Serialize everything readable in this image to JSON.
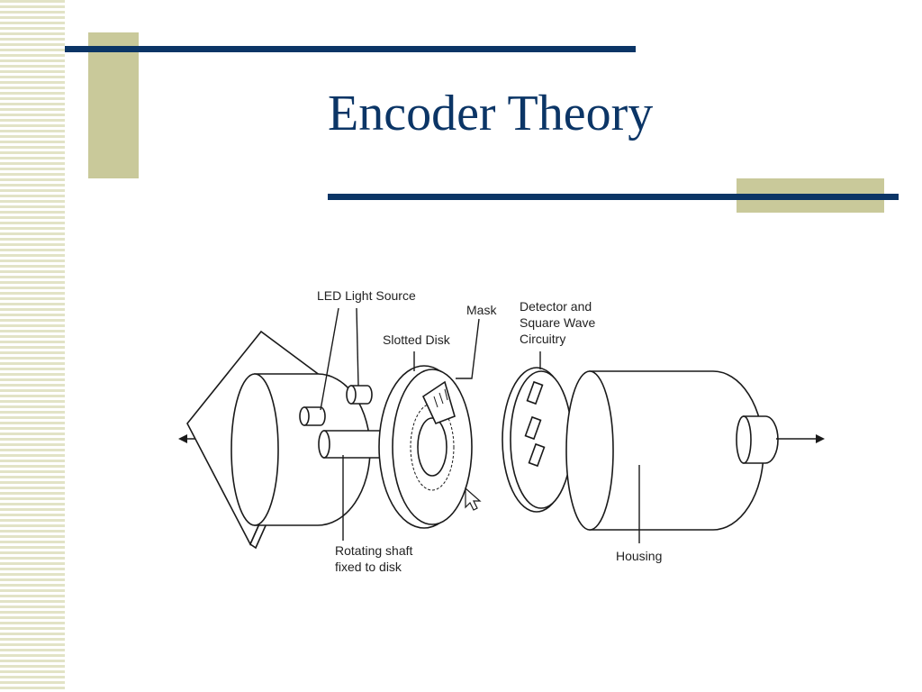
{
  "slide": {
    "title": "Encoder Theory",
    "colors": {
      "title": "#0b3566",
      "rule": "#0b3566",
      "accent": "#c9c99a",
      "stripe": "#e2e3c6"
    }
  },
  "diagram": {
    "labels": {
      "led_light_source": "LED Light Source",
      "mask": "Mask",
      "slotted_disk": "Slotted Disk",
      "detector_line1": "Detector and",
      "detector_line2": "Square Wave",
      "detector_line3": "Circuitry",
      "shaft_line1": "Rotating shaft",
      "shaft_line2": "fixed to disk",
      "housing": "Housing"
    },
    "icons": [
      "arrow-left-icon",
      "arrow-right-icon",
      "mouse-pointer-icon"
    ]
  }
}
